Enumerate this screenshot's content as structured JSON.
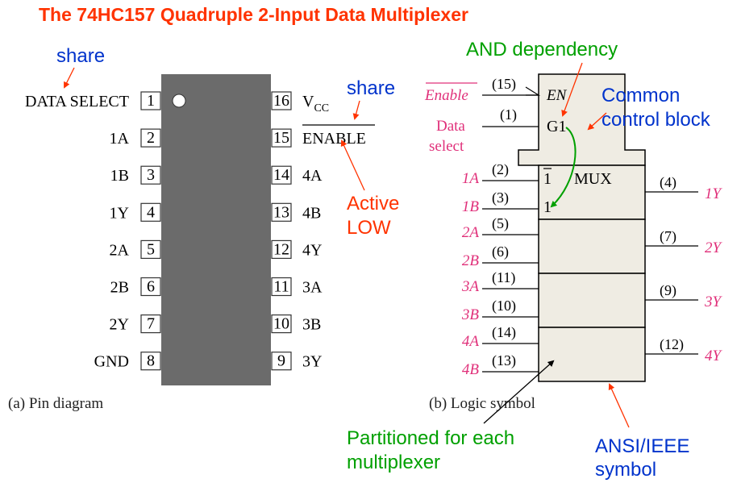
{
  "title": "The 74HC157 Quadruple 2-Input Data Multiplexer",
  "colors": {
    "title": "#ff3300",
    "blue_note": "#0033cc",
    "red_note": "#ff3300",
    "green_note": "#00a000",
    "magenta": "#e0307a",
    "chip_body": "#6b6b6b",
    "block_fill": "#efece3"
  },
  "pin_diagram": {
    "caption": "(a)  Pin diagram",
    "left_pins": [
      {
        "num": "1",
        "label": "DATA SELECT"
      },
      {
        "num": "2",
        "label": "1A"
      },
      {
        "num": "3",
        "label": "1B"
      },
      {
        "num": "4",
        "label": "1Y"
      },
      {
        "num": "5",
        "label": "2A"
      },
      {
        "num": "6",
        "label": "2B"
      },
      {
        "num": "7",
        "label": "2Y"
      },
      {
        "num": "8",
        "label": "GND"
      }
    ],
    "right_pins": [
      {
        "num": "16",
        "label": "V",
        "sub": "CC"
      },
      {
        "num": "15",
        "label": "ENABLE"
      },
      {
        "num": "14",
        "label": "4A"
      },
      {
        "num": "13",
        "label": "4B"
      },
      {
        "num": "12",
        "label": "4Y"
      },
      {
        "num": "11",
        "label": "3A"
      },
      {
        "num": "10",
        "label": "3B"
      },
      {
        "num": "9",
        "label": "3Y"
      }
    ]
  },
  "logic_symbol": {
    "caption": "(b)  Logic symbol",
    "enable_label": "Enable",
    "enable_pin": "(15)",
    "data_select_label": [
      "Data",
      "select"
    ],
    "data_select_pin": "(1)",
    "en": "EN",
    "g1": "G1",
    "mux": "MUX",
    "one_bar": "1",
    "one": "1",
    "inputs": [
      {
        "label": "1A",
        "pin": "(2)"
      },
      {
        "label": "1B",
        "pin": "(3)"
      },
      {
        "label": "2A",
        "pin": "(5)"
      },
      {
        "label": "2B",
        "pin": "(6)"
      },
      {
        "label": "3A",
        "pin": "(11)"
      },
      {
        "label": "3B",
        "pin": "(10)"
      },
      {
        "label": "4A",
        "pin": "(14)"
      },
      {
        "label": "4B",
        "pin": "(13)"
      }
    ],
    "outputs": [
      {
        "label": "1Y",
        "pin": "(4)"
      },
      {
        "label": "2Y",
        "pin": "(7)"
      },
      {
        "label": "3Y",
        "pin": "(9)"
      },
      {
        "label": "4Y",
        "pin": "(12)"
      }
    ]
  },
  "annotations": {
    "share_left": "share",
    "share_right": "share",
    "active_low": [
      "Active",
      "LOW"
    ],
    "and_dependency": "AND dependency",
    "common_control": [
      "Common",
      "control block"
    ],
    "partitioned": [
      "Partitioned for each",
      "multiplexer"
    ],
    "ansi": [
      "ANSI/IEEE",
      "symbol"
    ]
  }
}
